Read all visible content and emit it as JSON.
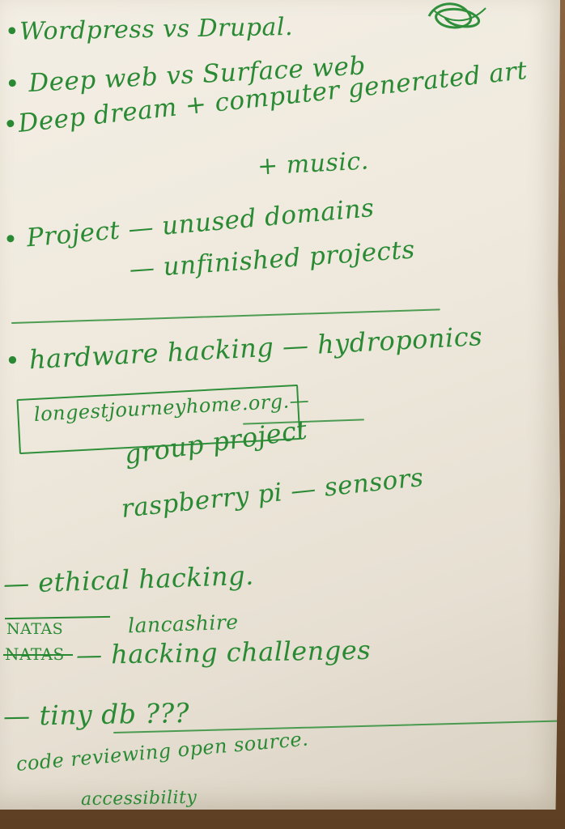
{
  "note": {
    "ink_color": "#2a8a34",
    "paper_color": "#efe9dd",
    "lines": [
      "•Wordpress vs Drupal.",
      "• Deep web vs Surface web",
      "•Deep dream + computer generated art",
      "+ music.",
      "• Project — unused domains",
      "— unfinished projects",
      "• hardware hacking — hydroponics",
      "longestjourneyhome.org.—",
      "group project",
      "raspberry pi — sensors",
      "— ethical hacking.",
      "NATAS",
      "lancashire",
      "NATAS",
      "— hacking challenges",
      "— tiny db ???",
      "code reviewing open source.",
      "accessibility"
    ]
  }
}
